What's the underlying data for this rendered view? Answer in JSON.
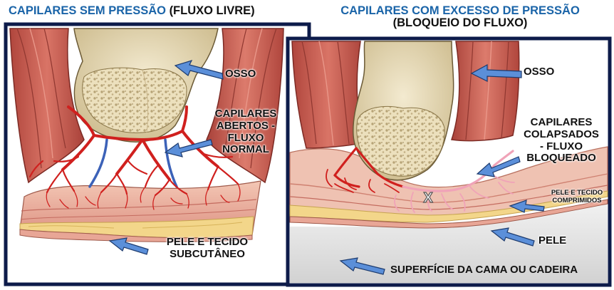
{
  "left_panel": {
    "title_main": "CAPILARES SEM PRESSÃO",
    "title_sub": "(FLUXO LIVRE)",
    "labels": {
      "bone": "OSSO",
      "capillaries": [
        "CAPILARES",
        "ABERTOS -",
        "FLUXO",
        "NORMAL"
      ],
      "skin": [
        "PELE E TECIDO",
        "SUBCUTÂNEO"
      ]
    }
  },
  "right_panel": {
    "title_main": "CAPILARES COM EXCESSO DE PRESSÃO",
    "title_sub": "(BLOQUEIO DO FLUXO)",
    "labels": {
      "bone": "OSSO",
      "capillaries": [
        "CAPILARES",
        "COLAPSADOS",
        "- FLUXO",
        "BLOQUEADO"
      ],
      "compressed": [
        "PELE E TECIDO",
        "COMPRIMIDOS"
      ],
      "skin": "PELE",
      "surface": "SUPERFÍCIE DA CAMA OU CADEIRA",
      "block_mark": "X"
    }
  },
  "colors": {
    "frame": "#0d1b4a",
    "title_blue": "#1a64a8",
    "arrow": "#5b8fd9",
    "muscle": "#c0574b",
    "bone": "#e9dcb4",
    "capillary_open": "#d0201e",
    "capillary_collapsed": "#f0a3b8",
    "skin": "#e8b0a2",
    "fat": "#f3d68a"
  }
}
